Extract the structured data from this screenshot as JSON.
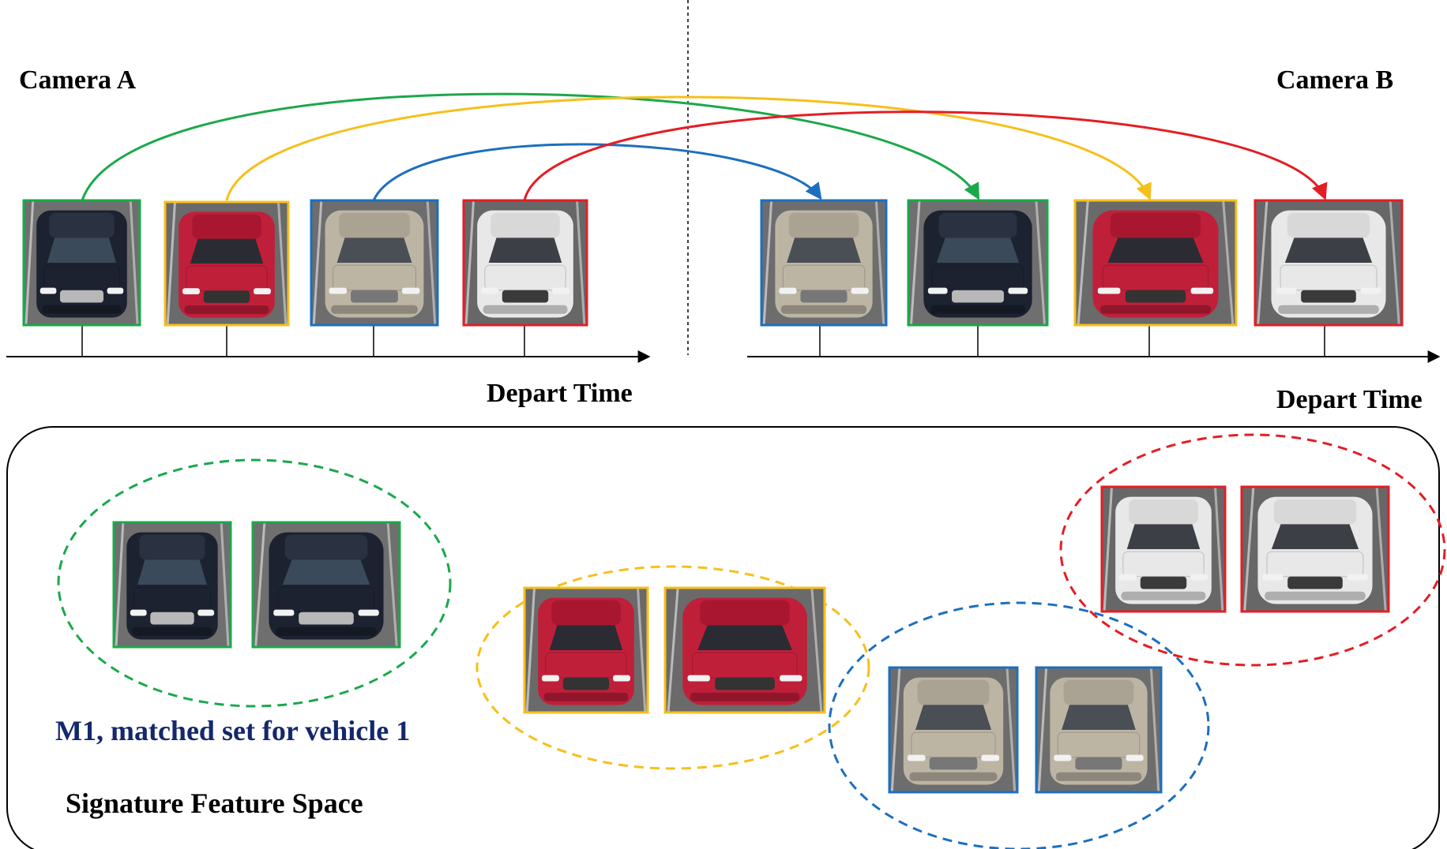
{
  "colors": {
    "green": "#1ba84a",
    "yellow": "#f7bf1a",
    "blue": "#1c6fbe",
    "red": "#e31e24",
    "axis": "#000000",
    "m1_text": "#14286b"
  },
  "camera_a": {
    "label": "Camera A"
  },
  "camera_b": {
    "label": "Camera B"
  },
  "axis_a": {
    "label": "Depart Time"
  },
  "axis_b": {
    "label": "Depart Time"
  },
  "feature_space": {
    "m1_label": "M1, matched set for vehicle 1",
    "title": "Signature Feature Space"
  },
  "vehicles": [
    {
      "id": "vehicle-1",
      "color": "green",
      "paint": "black-pickup",
      "camera_a_order": 1,
      "camera_b_order": 2
    },
    {
      "id": "vehicle-2",
      "color": "yellow",
      "paint": "red-sedan",
      "camera_a_order": 2,
      "camera_b_order": 3
    },
    {
      "id": "vehicle-3",
      "color": "blue",
      "paint": "silver-sedan",
      "camera_a_order": 3,
      "camera_b_order": 1
    },
    {
      "id": "vehicle-4",
      "color": "red",
      "paint": "white-pickup",
      "camera_a_order": 4,
      "camera_b_order": 4
    }
  ]
}
